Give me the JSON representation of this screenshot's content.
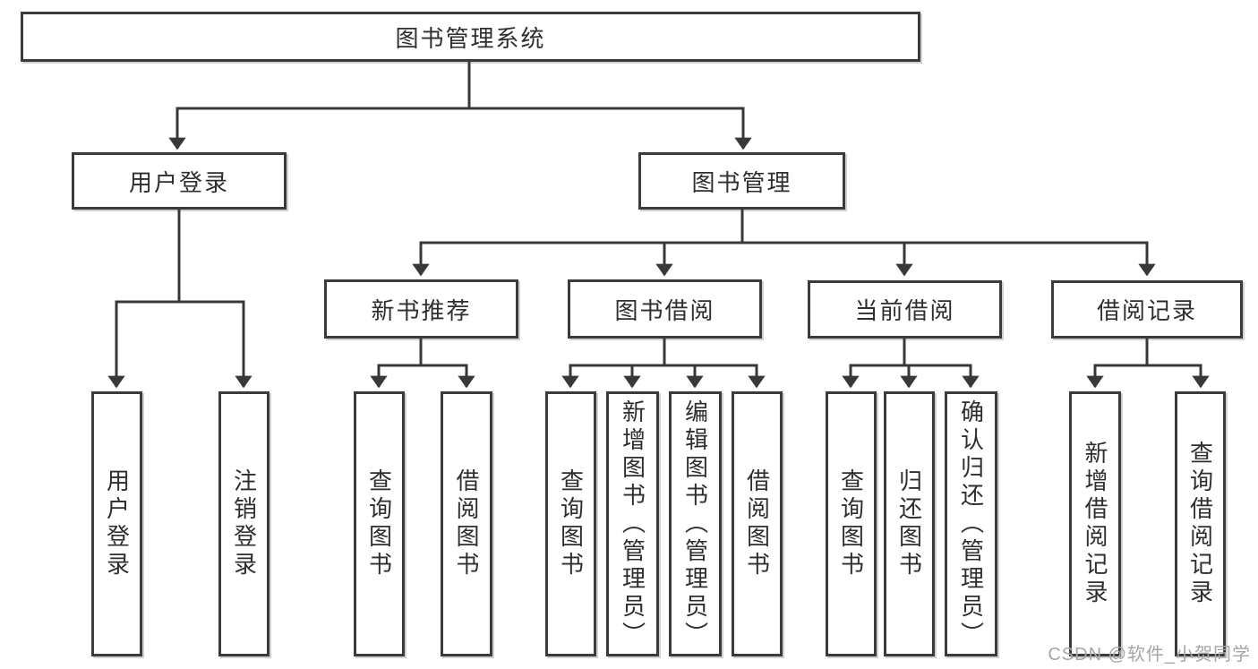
{
  "tree": {
    "root": "图书管理系统",
    "level2": [
      "用户登录",
      "图书管理"
    ],
    "level3": [
      "新书推荐",
      "图书借阅",
      "当前借阅",
      "借阅记录"
    ],
    "leaves": {
      "user_login": [
        "用户登录",
        "注销登录"
      ],
      "new_books": [
        "查询图书",
        "借阅图书"
      ],
      "book_borrow": [
        "查询图书",
        "新增图书（管理员）",
        "编辑图书（管理员）",
        "借阅图书"
      ],
      "current_borrow": [
        "查询图书",
        "归还图书",
        "确认归还（管理员）"
      ],
      "borrow_records": [
        "新增借阅记录",
        "查询借阅记录"
      ]
    }
  },
  "colors": {
    "line": "#383838",
    "border": "#3b3b3b",
    "text": "#2e2e2e",
    "watermark": "#a6a6a6"
  },
  "watermark": "CSDN @软件_小贺同学"
}
